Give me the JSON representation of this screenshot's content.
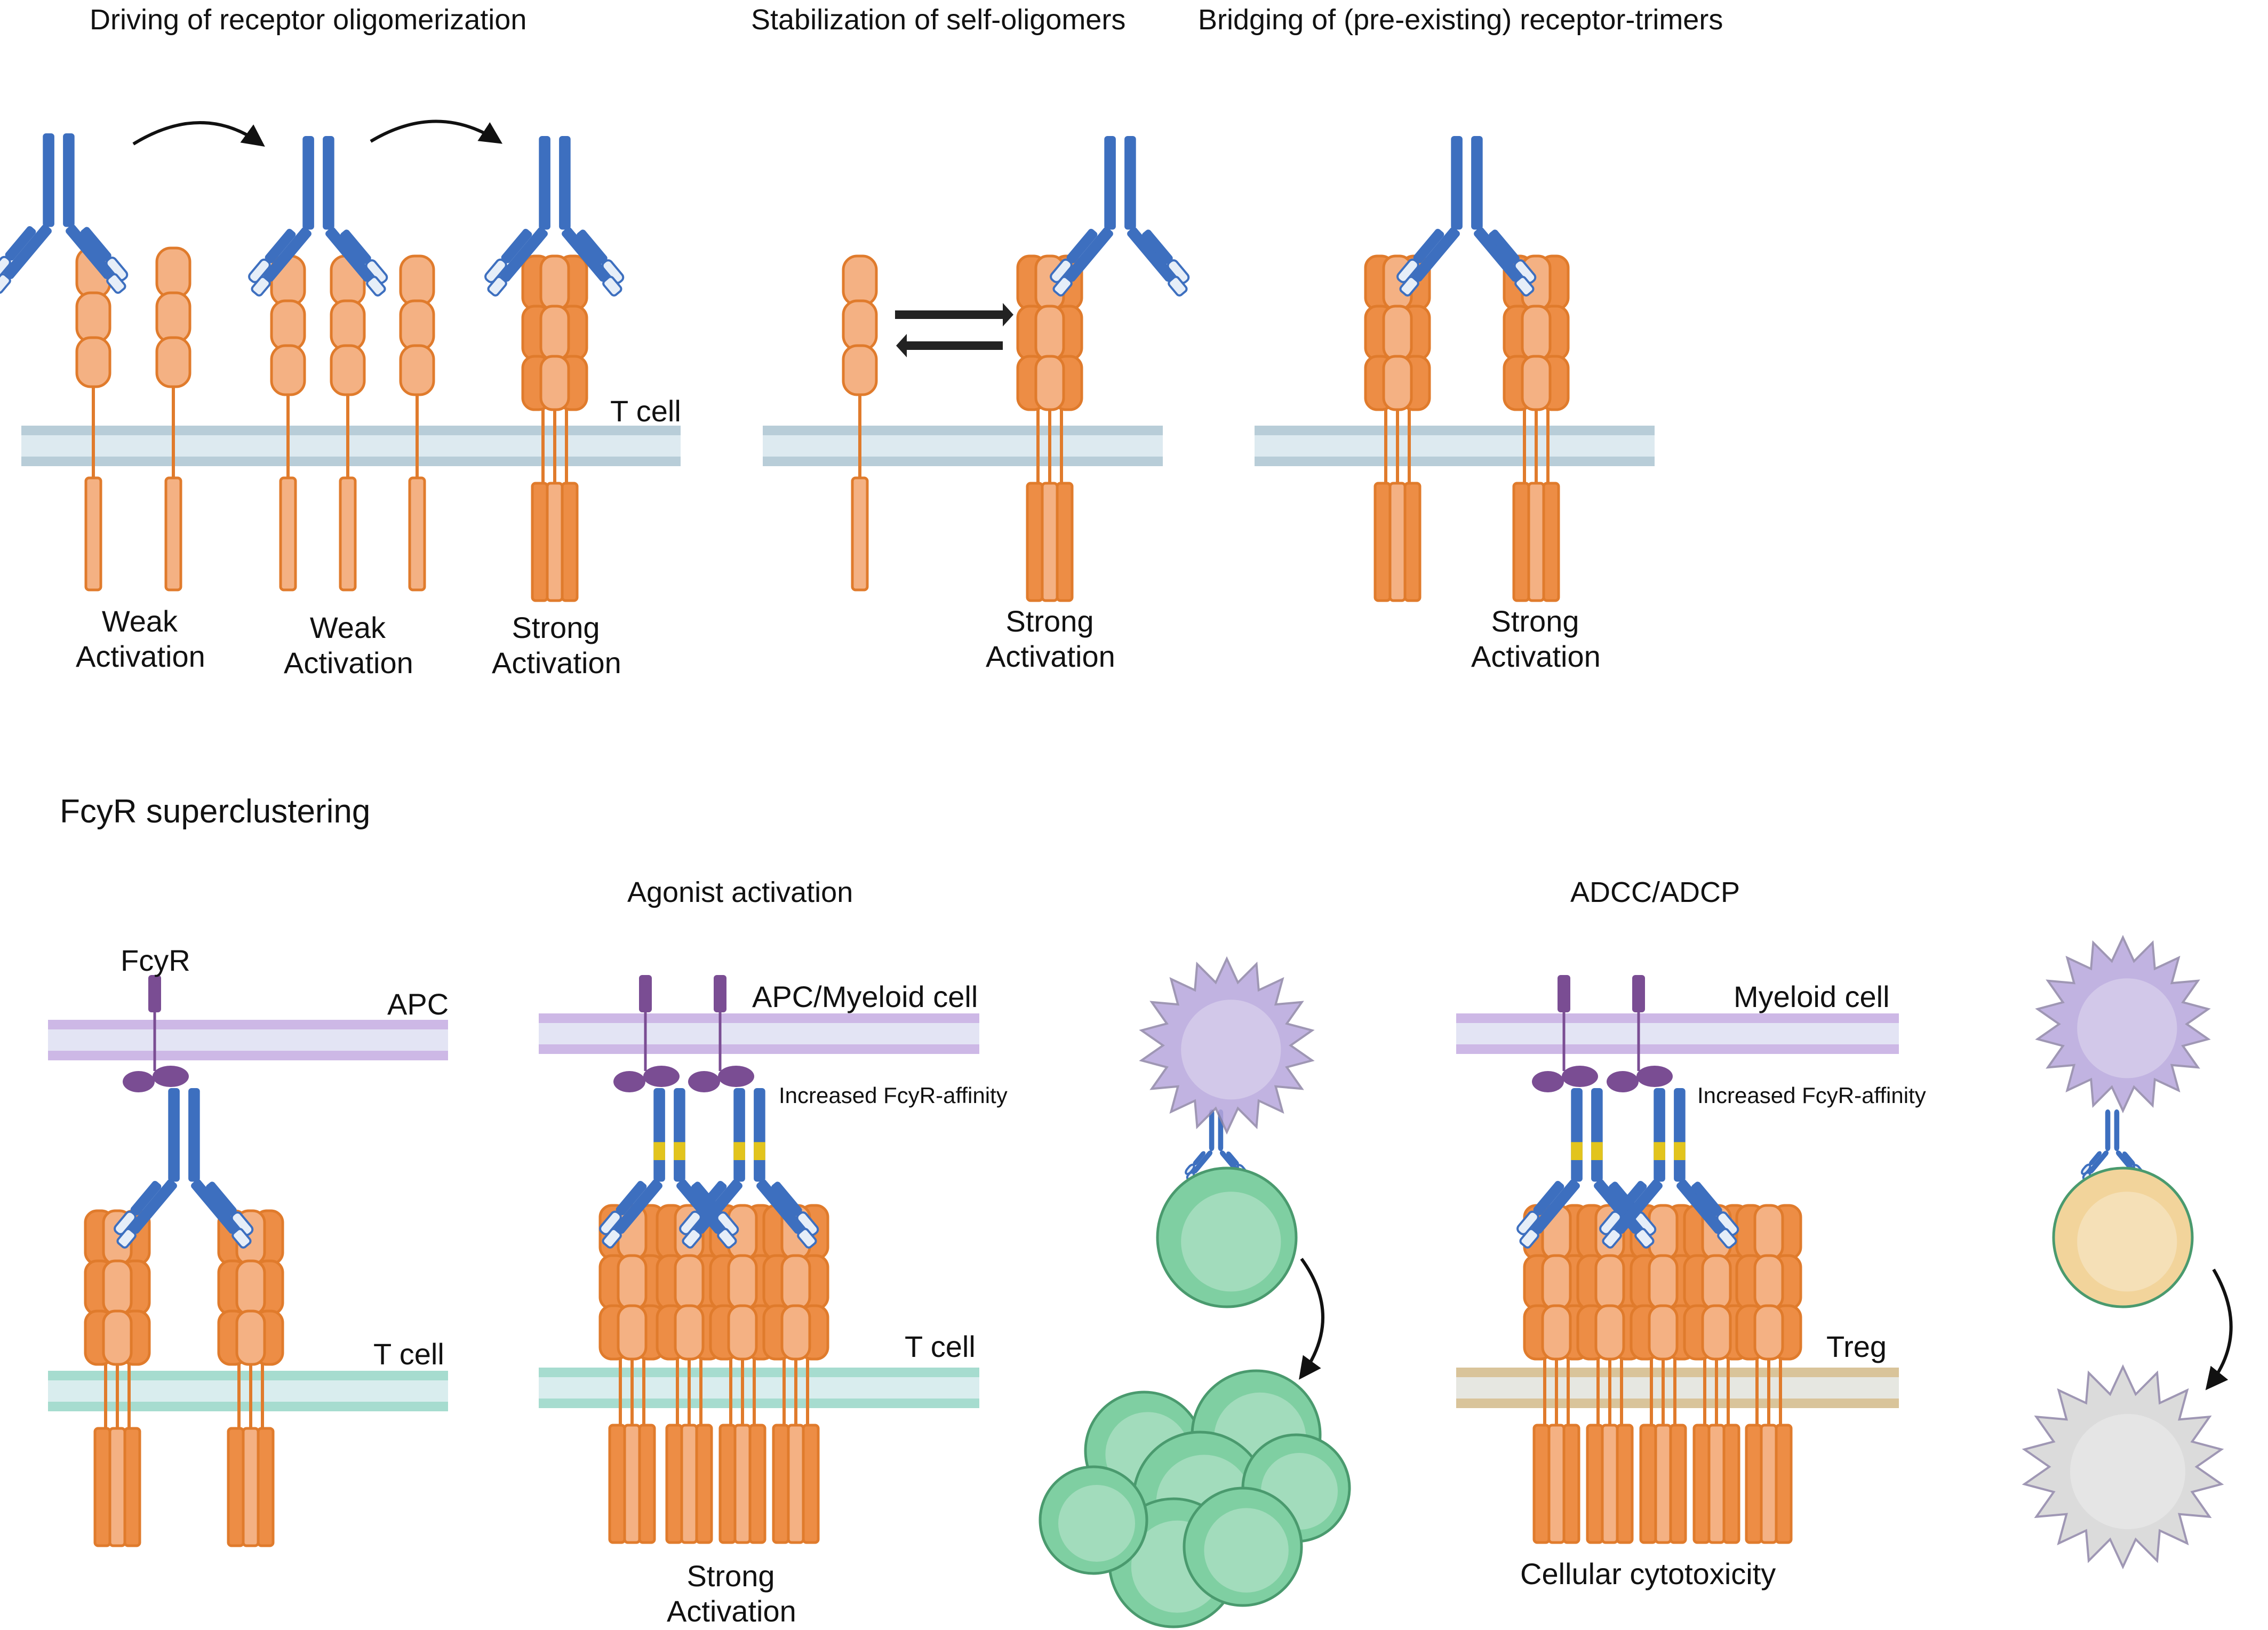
{
  "titles": {
    "t1": "Driving of receptor oligomerization",
    "t2": "Stabilization of self-oligomers",
    "t3": "Bridging of (pre-existing) receptor-trimers",
    "t4": "FcyR superclustering",
    "t5": "Agonist activation",
    "t6": "ADCC/ADCP"
  },
  "labels": {
    "weak1": "Weak\nActivation",
    "weak2": "Weak\nActivation",
    "strong1": "Strong\nActivation",
    "strong2": "Strong\nActivation",
    "strong3": "Strong\nActivation",
    "strong4": "Strong\nActivation",
    "cytotox": "Cellular cytotoxicity"
  },
  "membranes": {
    "tcell1": "T cell",
    "fcyr": "FcyR",
    "apc": "APC",
    "tcell2": "T cell",
    "apc_myeloid": "APC/Myeloid cell",
    "tcell3": "T cell",
    "myeloid": "Myeloid cell",
    "treg": "Treg"
  },
  "affinity": {
    "a1": "Increased FcyR-affinity",
    "a2": "Increased FcyR-affinity"
  },
  "colors": {
    "receptor": "#f4b183",
    "receptor_dark": "#ed8d45",
    "receptor_stroke": "#e07b2c",
    "antibody": "#3d6fbf",
    "antibody_light": "#e6eef8",
    "membrane_tcell": "#b8cdd8",
    "membrane_apc": "#cdb8e6",
    "membrane_teal": "#a6dccf",
    "membrane_treg": "#d9c49a",
    "fcyr": "#7a4d93",
    "hinge": "#e2c41d",
    "cell_green": "#7fcfa2",
    "cell_purple": "#b7a6dc",
    "cell_yellow": "#f2d49b",
    "cell_grey": "#d5d5d5"
  }
}
